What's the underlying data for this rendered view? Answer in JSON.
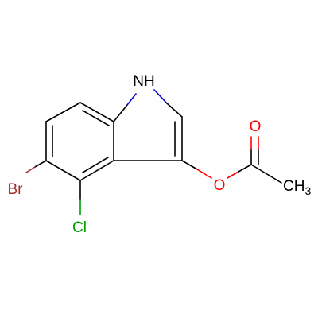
{
  "molecule": {
    "atoms": {
      "nh": "NH",
      "o_ester": "O",
      "o_carbonyl": "O",
      "cl": "Cl",
      "br": "Br",
      "ch3": "CH3"
    },
    "element_colors": {
      "carbon": "#000000",
      "nitrogen": "#0000cc",
      "oxygen": "#ff0000",
      "chlorine": "#00a000",
      "bromine": "#a52a2a"
    }
  }
}
